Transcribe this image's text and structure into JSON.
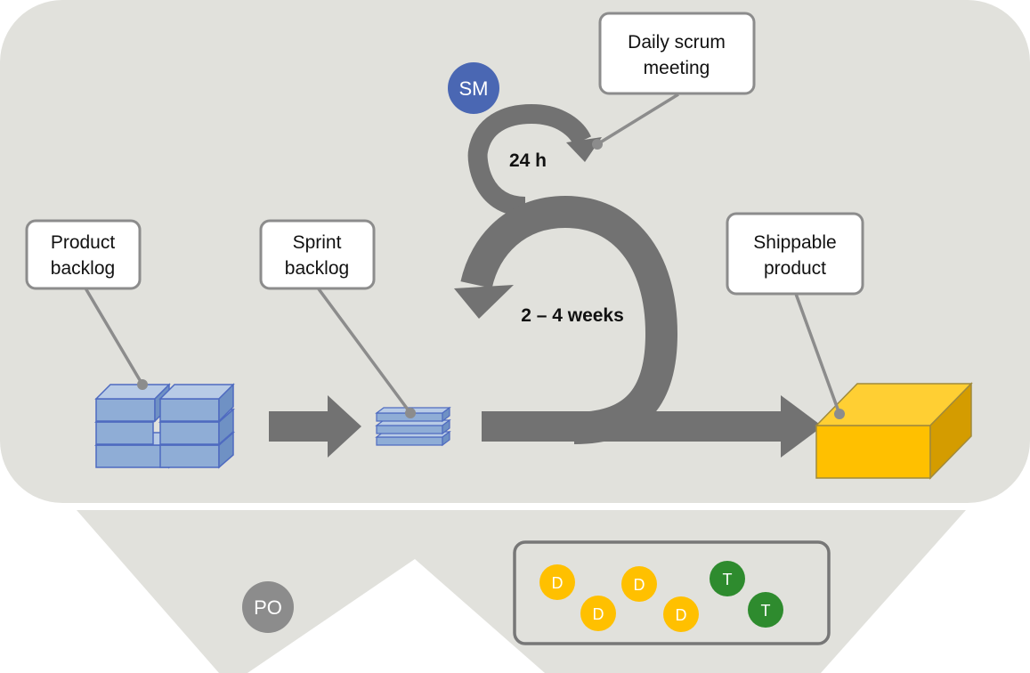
{
  "callouts": {
    "daily_scrum": [
      "Daily scrum",
      "meeting"
    ],
    "product_backlog": [
      "Product",
      "backlog"
    ],
    "sprint_backlog": [
      "Sprint",
      "backlog"
    ],
    "shippable_product": [
      "Shippable",
      "product"
    ]
  },
  "cycles": {
    "daily": "24 h",
    "sprint": "2 – 4 weeks"
  },
  "roles": {
    "scrum_master": "SM",
    "product_owner": "PO"
  },
  "team": {
    "developer": "D",
    "tester": "T"
  },
  "colors": {
    "panel": "#e1e1dc",
    "arrow": "#727272",
    "backlog_block": "#95b3d7",
    "backlog_stroke": "#4f6bc0",
    "product_box": "#ffc000",
    "scrum_master": "#4a67b3",
    "product_owner": "#8c8c8c",
    "developer": "#ffc000",
    "tester": "#2e8b2e"
  }
}
